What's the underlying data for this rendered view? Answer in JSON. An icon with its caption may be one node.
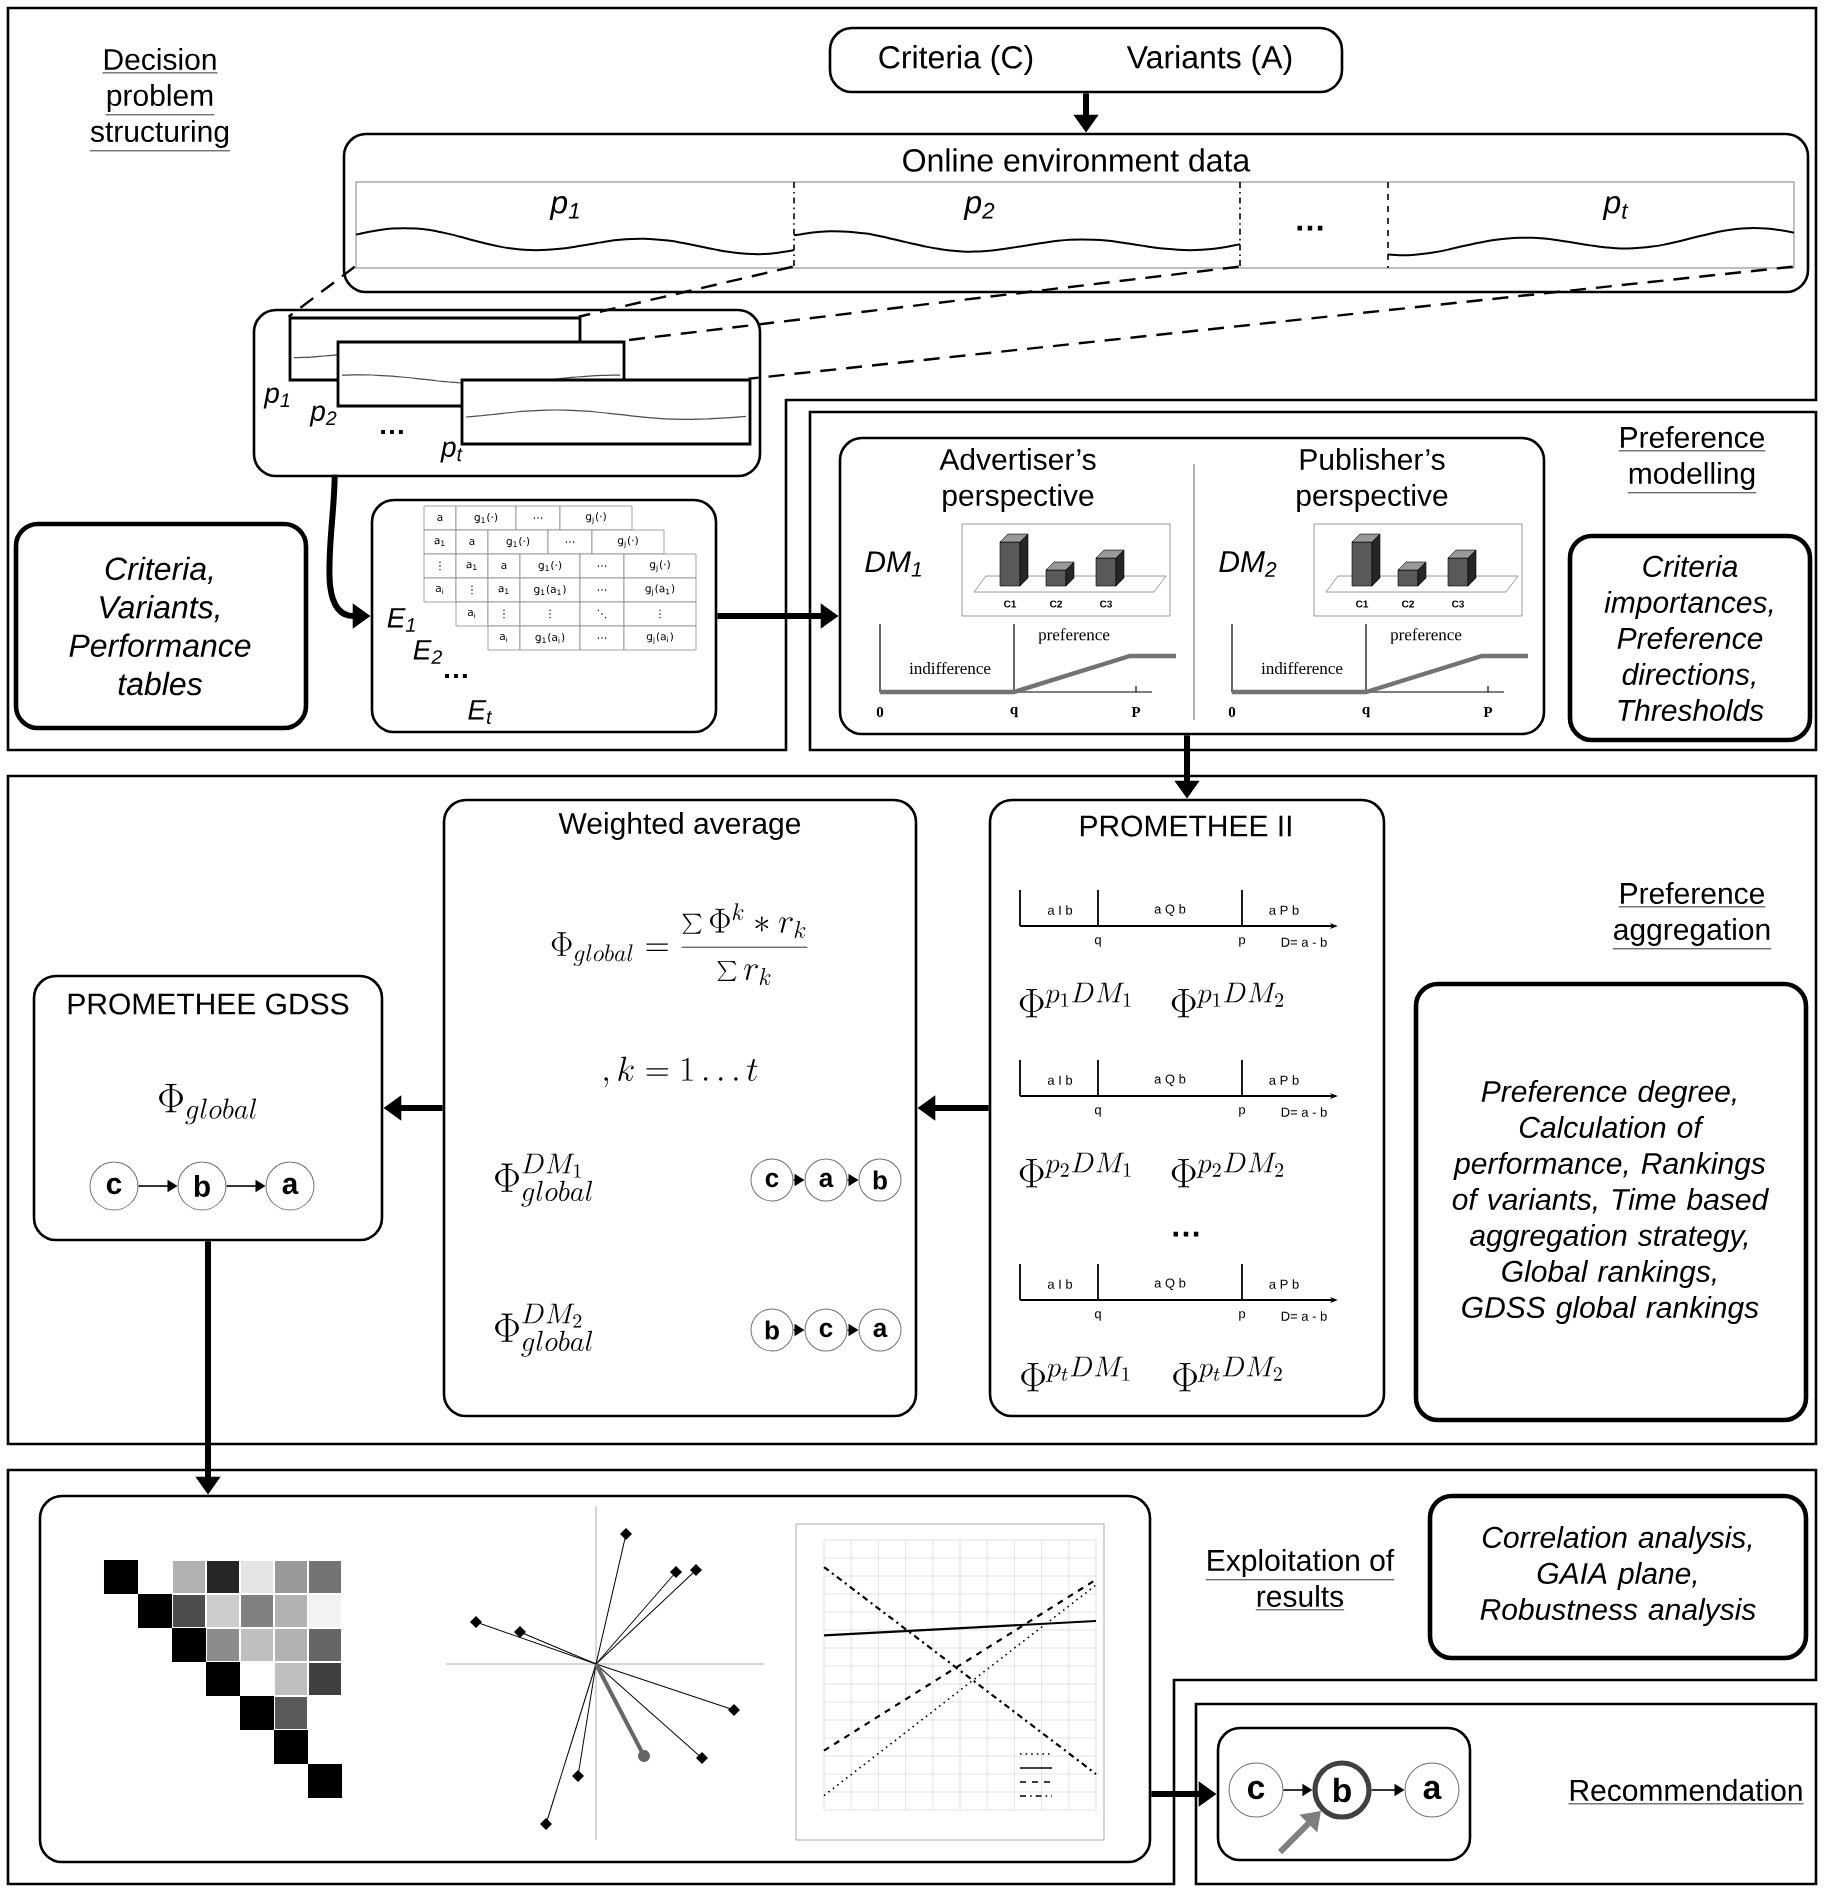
{
  "diagram": {
    "nodes": [
      {
        "text": [
          "Decision problem structuring"
        ]
      },
      {
        "text": [
          "Criteria (C)",
          "Variants (A)"
        ],
        "in": 0
      },
      {
        "text": [
          "Online environment data",
          "p$_{1}$",
          "p$_{2}$",
          "…",
          "p$_{t}$"
        ],
        "in": 0
      },
      {
        "text": [
          "p$_{1}$",
          "p$_{2}$",
          "…",
          "p$_{t}$"
        ],
        "in": 0
      },
      {
        "text": [
          "Criteria, Variants, Performance tables"
        ],
        "in": 0
      },
      {
        "text": [
          "E$_{1}$",
          "E$_{2}$",
          "…",
          "E$_{t}$"
        ],
        "in": 0
      },
      {
        "text": [
          "Preference modelling"
        ]
      },
      {
        "text": [
          "Advertiser’s perspective",
          "Publisher’s perspective",
          "DM$_{1}$",
          "DM$_{2}$"
        ],
        "in": 6
      },
      {
        "text": [
          "Criteria importances, Preference directions, Thresholds"
        ],
        "in": 6
      },
      {
        "text": [
          "Preference aggregation"
        ]
      },
      {
        "text": [
          "PROMETHEE GDSS",
          "\\Phi_{global}"
        ],
        "in": 9
      },
      {
        "text": [
          "c"
        ],
        "in": 10
      },
      {
        "text": [
          "b"
        ],
        "in": 10
      },
      {
        "text": [
          "a"
        ],
        "in": 10
      },
      {
        "text": [
          "Weighted average",
          "\\Phi_{global} = \\frac{\\sum \\Phi^{k} * r_{k}}{\\sum r_{k}}",
          ", k = 1 \\dots t",
          "\\Phi^{DM_{1}}_{global}",
          "\\Phi^{DM_{2}}_{global}"
        ],
        "in": 9
      },
      {
        "text": [
          "c"
        ],
        "in": 14
      },
      {
        "text": [
          "a"
        ],
        "in": 14
      },
      {
        "text": [
          "b"
        ],
        "in": 14
      },
      {
        "text": [
          "b"
        ],
        "in": 14
      },
      {
        "text": [
          "c"
        ],
        "in": 14
      },
      {
        "text": [
          "a"
        ],
        "in": 14
      },
      {
        "text": [
          "PROMETHEE II",
          "\\Phi^{p_{1}DM_{1}}",
          "\\Phi^{p_{1}DM_{2}}",
          "\\Phi^{p_{2}DM_{1}}",
          "\\Phi^{p_{2}DM_{2}}",
          "…",
          "\\Phi^{p_{t}DM_{1}}",
          "\\Phi^{p_{t}DM_{2}}"
        ],
        "in": 9
      },
      {
        "text": [
          "Preference degree, Calculation of performance, Rankings of variants, Time based aggregation strategy, Global rankings, GDSS global rankings"
        ],
        "in": 9
      },
      {
        "text": [
          "Exploitation of results"
        ]
      },
      {
        "text": [],
        "shape": "box",
        "in": 23
      },
      {
        "text": [
          "Correlation analysis, GAIA plane, Robustness analysis"
        ],
        "in": 23
      },
      {
        "text": [
          "Recommendation"
        ]
      },
      {
        "text": [],
        "shape": "box",
        "in": 26
      },
      {
        "text": [
          "c"
        ],
        "in": 27
      },
      {
        "text": [
          "b"
        ],
        "in": 27
      },
      {
        "text": [
          "a"
        ],
        "in": 27
      }
    ],
    "edges": [
      {
        "from": 1,
        "to": 2,
        "arrow": "to",
        "style": "thick"
      },
      {
        "from": 2,
        "to": 3,
        "arrow": "none",
        "style": "dashed"
      },
      {
        "from": 2,
        "to": 3,
        "arrow": "none",
        "style": "dashed"
      },
      {
        "from": 2,
        "to": 3,
        "arrow": "none",
        "style": "dashed"
      },
      {
        "from": 2,
        "to": 3,
        "arrow": "none",
        "style": "dashed"
      },
      {
        "from": 3,
        "to": 5,
        "arrow": "to",
        "style": "thick"
      },
      {
        "from": 5,
        "to": 7,
        "arrow": "to",
        "style": "thick"
      },
      {
        "from": 7,
        "to": 21,
        "arrow": "to",
        "style": "thick"
      },
      {
        "from": 21,
        "to": 14,
        "arrow": "to",
        "style": "thick"
      },
      {
        "from": 14,
        "to": 10,
        "arrow": "to",
        "style": "thick"
      },
      {
        "from": 10,
        "to": 24,
        "arrow": "to",
        "style": "thick"
      },
      {
        "from": 24,
        "to": 27,
        "arrow": "to",
        "style": "thick"
      },
      {
        "from": 11,
        "to": 12,
        "arrow": "to"
      },
      {
        "from": 12,
        "to": 13,
        "arrow": "to"
      },
      {
        "from": 15,
        "to": 16,
        "arrow": "to"
      },
      {
        "from": 16,
        "to": 17,
        "arrow": "to"
      },
      {
        "from": 18,
        "to": 19,
        "arrow": "to"
      },
      {
        "from": 19,
        "to": 20,
        "arrow": "to"
      },
      {
        "from": 28,
        "to": 29,
        "arrow": "to"
      },
      {
        "from": 29,
        "to": 30,
        "arrow": "to"
      },
      {
        "from": null,
        "to": 29,
        "arrow": "to",
        "style": "thick",
        "color": "#7f7f7f"
      }
    ],
    "labels": [
      "a",
      "g$_{1}$(·)",
      "…",
      "g$_{j}$(·)",
      "a$_{1}$",
      "⋮",
      "a$_{i}$",
      "a",
      "g$_{1}$(·)",
      "…",
      "g$_{j}$(·)",
      "a$_{1}$",
      "⋮",
      "a$_{i}$",
      "a",
      "g$_{1}$(·)",
      "…",
      "g$_{j}$(·)",
      "a$_{1}$",
      "g$_{1}$(a$_{1}$)",
      "…",
      "g$_{j}$(a$_{1}$)",
      "⋮",
      "⋮",
      "⋱",
      "⋮",
      "a$_{i}$",
      "g$_{1}$(a$_{i}$)",
      "…",
      "g$_{j}$(a$_{i}$)",
      "C1",
      "C2",
      "C3",
      "indifference",
      "preference",
      "0",
      "q",
      "P",
      "C1",
      "C2",
      "C3",
      "indifference",
      "preference",
      "0",
      "q",
      "P",
      "a I b",
      "a Q b",
      "a P b",
      "q",
      "p",
      "D= a - b",
      "a I b",
      "a Q b",
      "a P b",
      "q",
      "p",
      "D= a - b",
      "a I b",
      "a Q b",
      "a P b",
      "q",
      "p",
      "D= a - b"
    ]
  }
}
